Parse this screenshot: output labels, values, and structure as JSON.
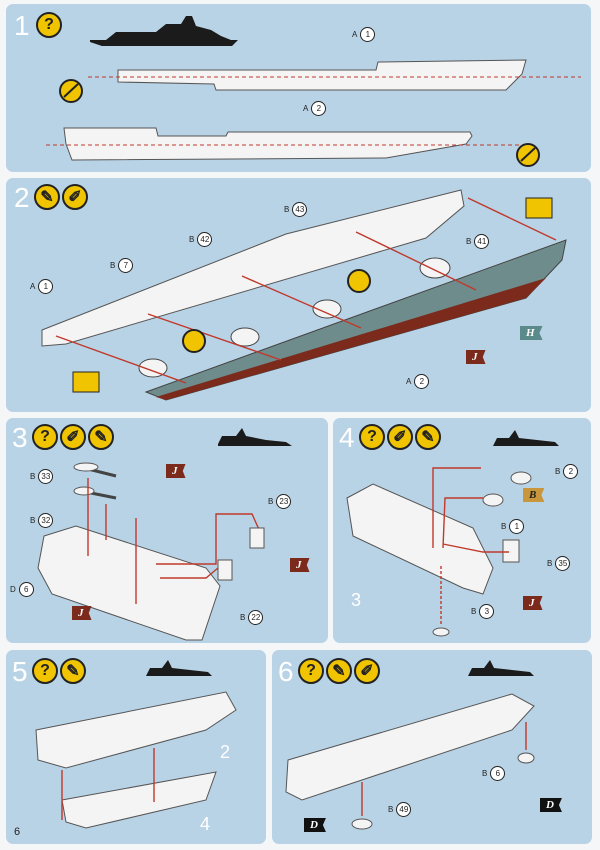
{
  "page": {
    "number": "6"
  },
  "icons": {
    "question": "?",
    "glue_icon": "glue-tube-icon",
    "paint_icon": "paint-brush-icon",
    "knife_icon": "hobby-knife-icon",
    "sand_icon": "sanding-block-icon"
  },
  "steps": [
    {
      "number": "1",
      "callouts": [
        {
          "letter": "A",
          "part": "1"
        },
        {
          "letter": "A",
          "part": "2"
        }
      ]
    },
    {
      "number": "2",
      "callouts": [
        {
          "letter": "B",
          "part": "43"
        },
        {
          "letter": "B",
          "part": "42"
        },
        {
          "letter": "B",
          "part": "41"
        },
        {
          "letter": "B",
          "part": "7"
        },
        {
          "letter": "A",
          "part": "1"
        },
        {
          "letter": "A",
          "part": "2"
        }
      ],
      "flags": [
        "H",
        "J"
      ]
    },
    {
      "number": "3",
      "callouts": [
        {
          "letter": "B",
          "part": "33"
        },
        {
          "letter": "B",
          "part": "32"
        },
        {
          "letter": "B",
          "part": "23"
        },
        {
          "letter": "D",
          "part": "6"
        },
        {
          "letter": "B",
          "part": "22"
        }
      ],
      "flags": [
        "J",
        "J",
        "J"
      ]
    },
    {
      "number": "4",
      "callouts": [
        {
          "letter": "B",
          "part": "2"
        },
        {
          "letter": "B",
          "part": "1"
        },
        {
          "letter": "B",
          "part": "35"
        },
        {
          "letter": "B",
          "part": "3"
        }
      ],
      "flags": [
        "B",
        "J"
      ],
      "sublabel": "3"
    },
    {
      "number": "5",
      "sublabels": [
        "2",
        "4"
      ]
    },
    {
      "number": "6",
      "callouts": [
        {
          "letter": "B",
          "part": "6"
        },
        {
          "letter": "B",
          "part": "49"
        }
      ],
      "flags": [
        "D",
        "D"
      ]
    }
  ],
  "colors": {
    "panel": "#b9d3e6",
    "hull_grey": "#6f8c8c",
    "hull_red": "#7b2a1c",
    "hull_white": "#f2f2f2",
    "arrow": "#c0392b",
    "icon_yellow": "#f0c400"
  }
}
